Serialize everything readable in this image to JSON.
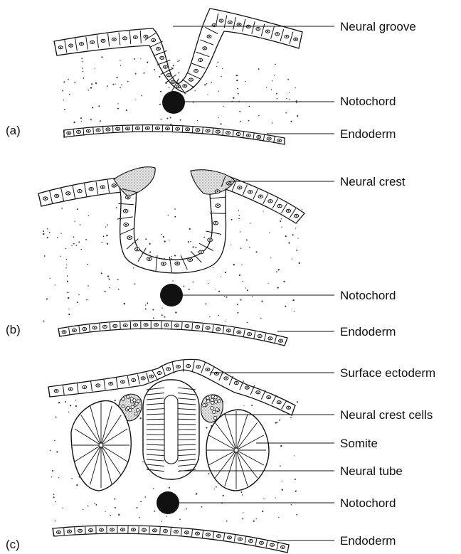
{
  "figure": {
    "panels": [
      {
        "id": "a",
        "panel_label": "(a)",
        "labels": [
          "Neural groove",
          "Notochord",
          "Endoderm"
        ]
      },
      {
        "id": "b",
        "panel_label": "(b)",
        "labels": [
          "Neural crest",
          "Notochord",
          "Endoderm"
        ]
      },
      {
        "id": "c",
        "panel_label": "(c)",
        "labels": [
          "Surface ectoderm",
          "Neural crest cells",
          "Somite",
          "Neural tube",
          "Notochord",
          "Endoderm"
        ]
      }
    ]
  }
}
